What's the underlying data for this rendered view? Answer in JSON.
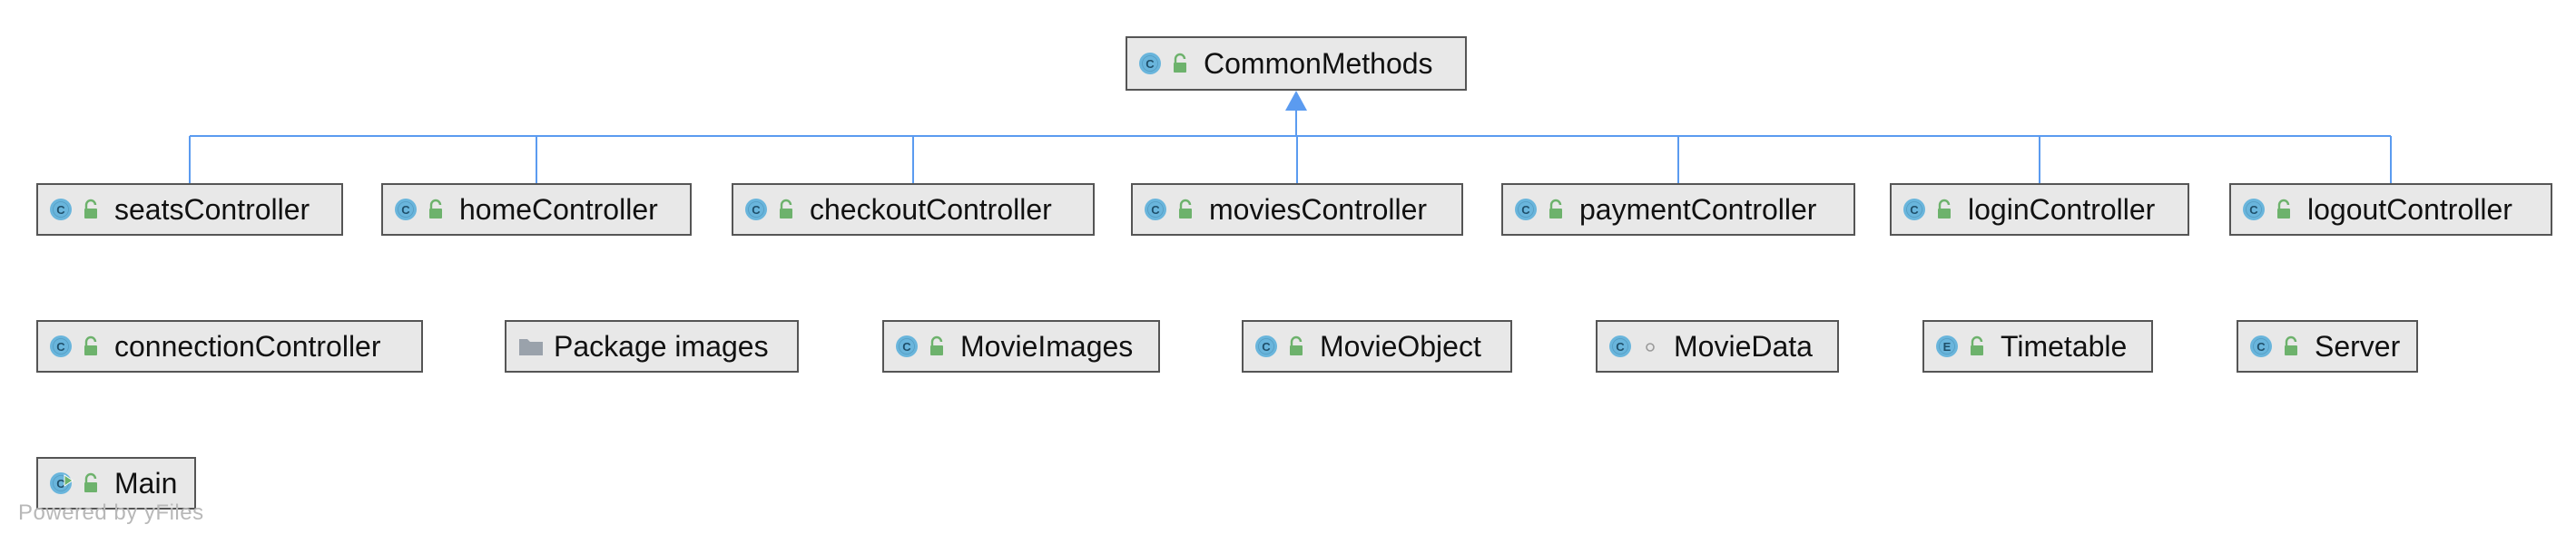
{
  "diagram": {
    "parent": {
      "label": "CommonMethods",
      "kind": "class",
      "icon": "class-icon",
      "visibility": "public-icon"
    },
    "children": [
      {
        "label": "seatsController",
        "kind": "class",
        "icon": "class-icon",
        "visibility": "public-icon"
      },
      {
        "label": "homeController",
        "kind": "class",
        "icon": "class-icon",
        "visibility": "public-icon"
      },
      {
        "label": "checkoutController",
        "kind": "class",
        "icon": "class-icon",
        "visibility": "public-icon"
      },
      {
        "label": "moviesController",
        "kind": "class",
        "icon": "class-icon",
        "visibility": "public-icon"
      },
      {
        "label": "paymentController",
        "kind": "class",
        "icon": "class-icon",
        "visibility": "public-icon"
      },
      {
        "label": "loginController",
        "kind": "class",
        "icon": "class-icon",
        "visibility": "public-icon"
      },
      {
        "label": "logoutController",
        "kind": "class",
        "icon": "class-icon",
        "visibility": "public-icon"
      }
    ],
    "standalone": [
      {
        "label": "connectionController",
        "kind": "class",
        "icon": "class-icon",
        "visibility": "public-icon"
      },
      {
        "label": "Package images",
        "kind": "package",
        "icon": "folder-icon",
        "visibility": ""
      },
      {
        "label": "MovieImages",
        "kind": "class",
        "icon": "class-icon",
        "visibility": "public-icon"
      },
      {
        "label": "MovieObject",
        "kind": "class",
        "icon": "class-icon",
        "visibility": "public-icon"
      },
      {
        "label": "MovieData",
        "kind": "class",
        "icon": "class-icon",
        "visibility": "package-private-icon"
      },
      {
        "label": "Timetable",
        "kind": "enum",
        "icon": "enum-icon",
        "visibility": "public-icon"
      },
      {
        "label": "Server",
        "kind": "class",
        "icon": "class-icon",
        "visibility": "public-icon"
      },
      {
        "label": "Main",
        "kind": "main-class",
        "icon": "main-class-icon",
        "visibility": "public-icon"
      }
    ],
    "edges": [
      {
        "from": "seatsController",
        "to": "CommonMethods",
        "type": "inheritance"
      },
      {
        "from": "homeController",
        "to": "CommonMethods",
        "type": "inheritance"
      },
      {
        "from": "checkoutController",
        "to": "CommonMethods",
        "type": "inheritance"
      },
      {
        "from": "moviesController",
        "to": "CommonMethods",
        "type": "inheritance"
      },
      {
        "from": "paymentController",
        "to": "CommonMethods",
        "type": "inheritance"
      },
      {
        "from": "loginController",
        "to": "CommonMethods",
        "type": "inheritance"
      },
      {
        "from": "logoutController",
        "to": "CommonMethods",
        "type": "inheritance"
      }
    ]
  },
  "watermark": "Powered by yFiles",
  "colors": {
    "edge": "#5b9bf0",
    "node_fill": "#e8e8e8",
    "node_border": "#555555",
    "class_icon": "#69b5dc",
    "enum_icon": "#69b5dc",
    "lock_icon": "#6db26c",
    "folder_icon": "#9aa2ab",
    "watermark": "#b8b8b8"
  }
}
